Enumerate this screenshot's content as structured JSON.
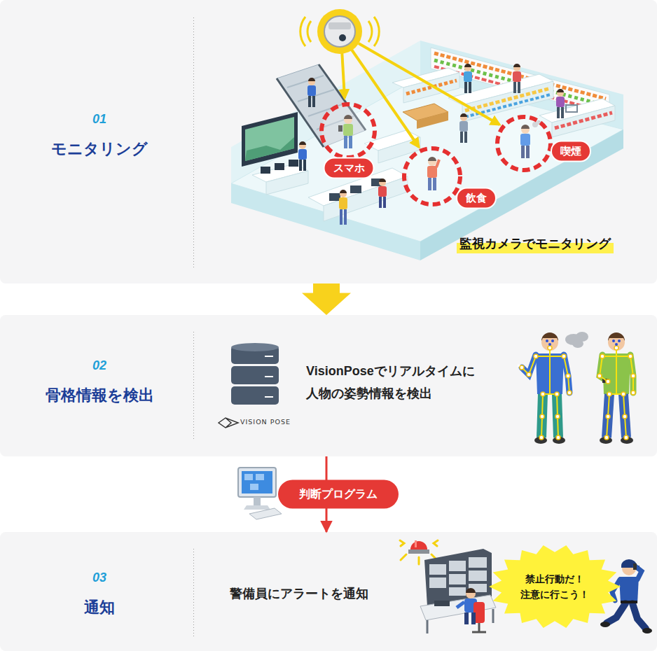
{
  "diagram": {
    "nodes": [
      {
        "text": [
          "01",
          "モニタリング"
        ]
      },
      {
        "text": [
          "スマホ"
        ],
        "in": 0
      },
      {
        "text": [
          "飲食"
        ],
        "in": 0
      },
      {
        "text": [
          "喫煙"
        ],
        "in": 0
      },
      {
        "text": [
          "監視カメラでモニタリング"
        ],
        "in": 0
      },
      {
        "text": [
          "02",
          "骨格情報を検出",
          "VisionPoseでリアルタイムに 人物の姿勢情報を検出"
        ]
      },
      {
        "text": [
          "03",
          "通知",
          "警備員にアラートを通知"
        ]
      },
      {
        "text": [
          "禁止行動だ！ 注意に行こう！"
        ],
        "in": 6
      }
    ],
    "edges": [
      {
        "from": 0,
        "to": 5,
        "arrow": "to"
      },
      {
        "from": 5,
        "to": 6,
        "label": "判断プログラム",
        "arrow": "to"
      }
    ],
    "labels": [
      "VISION POSE"
    ]
  }
}
